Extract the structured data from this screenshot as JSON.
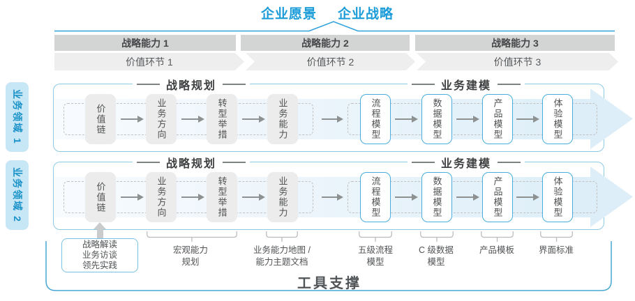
{
  "header": {
    "vision": "企业愿景",
    "strategy": "企业战略"
  },
  "strategy_bars": [
    {
      "label": "战略能力 1"
    },
    {
      "label": "战略能力 2"
    },
    {
      "label": "战略能力 3"
    }
  ],
  "value_links": [
    {
      "label": "价值环节 1"
    },
    {
      "label": "价值环节 2"
    },
    {
      "label": "价值环节 3"
    }
  ],
  "domains": [
    {
      "label": "业务领域 1"
    },
    {
      "label": "业务领域 2"
    }
  ],
  "sections": {
    "planning": "战略规划",
    "modeling": "业务建模"
  },
  "flow_boxes": {
    "gray": [
      "价值链",
      "业务方向",
      "转型举措",
      "业务能力"
    ],
    "blue": [
      "流程模型",
      "数据模型",
      "产品模型",
      "体验模型"
    ]
  },
  "annotations": {
    "source_box": "战略解读\n业务访谈\n领先实践",
    "labels": [
      "宏观能力\n规划",
      "业务能力地图 /\n能力主题文档",
      "五级流程\n模型",
      "C 级数据\n模型",
      "产品模板",
      "界面标准"
    ]
  },
  "footer": {
    "label": "工具支撑"
  },
  "colors": {
    "accent_blue": "#1b9cd8",
    "panel_border": "#8ccae4",
    "box_border": "#49aedd",
    "bar_gray": "#d3d5d5",
    "band_blue": "#ddeef8"
  }
}
